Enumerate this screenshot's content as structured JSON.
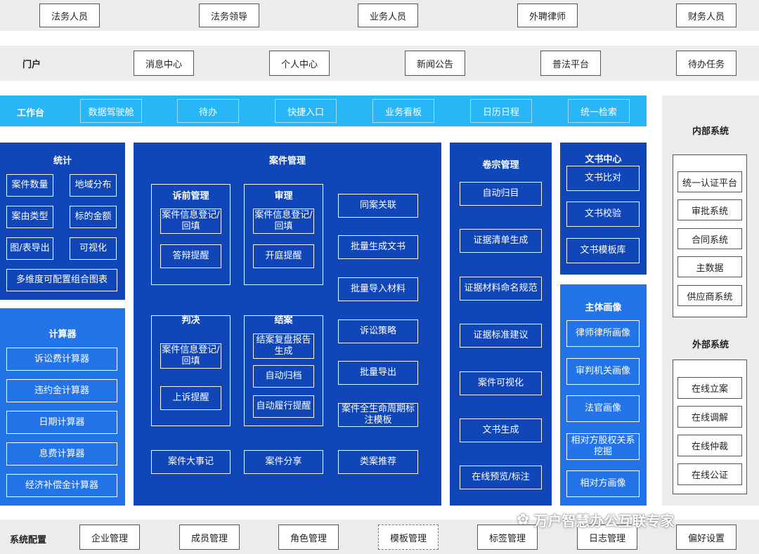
{
  "roles": [
    "法务人员",
    "法务领导",
    "业务人员",
    "外聘律师",
    "财务人员"
  ],
  "portal": {
    "label": "门户",
    "items": [
      "消息中心",
      "个人中心",
      "新闻公告",
      "普法平台",
      "待办任务"
    ]
  },
  "workbench": {
    "label": "工作台",
    "items": [
      "数据驾驶舱",
      "待办",
      "快捷入口",
      "业务看板",
      "日历日程",
      "统一检索"
    ]
  },
  "stats": {
    "title": "统计",
    "items": [
      "案件数量",
      "地域分布",
      "案由类型",
      "标的金额",
      "图/表导出",
      "可视化",
      "多维度可配置组合图表"
    ]
  },
  "calculator": {
    "title": "计算器",
    "items": [
      "诉讼费计算器",
      "违约金计算器",
      "日期计算器",
      "息费计算器",
      "经济补偿金计算器"
    ]
  },
  "case_mgmt": {
    "title": "案件管理",
    "pre_litigation": {
      "title": "诉前管理",
      "items": [
        "案件信息登记/回填",
        "答辩提醒"
      ]
    },
    "trial": {
      "title": "审理",
      "items": [
        "案件信息登记/回填",
        "开庭提醒"
      ]
    },
    "judgment": {
      "title": "判决",
      "items": [
        "案件信息登记/回填",
        "上诉提醒"
      ]
    },
    "closing": {
      "title": "结案",
      "items": [
        "结案复盘报告生成",
        "自动归档",
        "自动履行提醒"
      ]
    },
    "right_items": [
      "同案关联",
      "批量生成文书",
      "批量导入材料",
      "诉讼策略",
      "批量导出",
      "案件全生命周期标注模板"
    ],
    "bottom_items": [
      "案件大事记",
      "案件分享",
      "类案推荐"
    ]
  },
  "dossier": {
    "title": "卷宗管理",
    "items": [
      "自动归目",
      "证据清单生成",
      "证据材料命名规范",
      "证据标准建议",
      "案件可视化",
      "文书生成",
      "在线预览/标注"
    ]
  },
  "docs": {
    "title": "文书中心",
    "items": [
      "文书比对",
      "文书校验",
      "文书模板库"
    ]
  },
  "profile": {
    "title": "主体画像",
    "items": [
      "律师律所画像",
      "审判机关画像",
      "法官画像",
      "相对方股权关系挖掘",
      "相对方画像"
    ]
  },
  "internal": {
    "title": "内部系统",
    "items": [
      "统一认证平台",
      "审批系统",
      "合同系统",
      "主数据",
      "供应商系统"
    ]
  },
  "external": {
    "title": "外部系统",
    "items": [
      "在线立案",
      "在线调解",
      "在线仲裁",
      "在线公证"
    ]
  },
  "config": {
    "label": "系统配置",
    "items": [
      "企业管理",
      "成员管理",
      "角色管理",
      "模板管理",
      "标签管理",
      "日志管理",
      "偏好设置"
    ]
  },
  "watermark": "万户智慧办公互联专家",
  "colors": {
    "cyan": "#29b6f6",
    "dark_blue": "#1046b8",
    "mid_blue": "#2274e8",
    "gray": "#ececec"
  }
}
